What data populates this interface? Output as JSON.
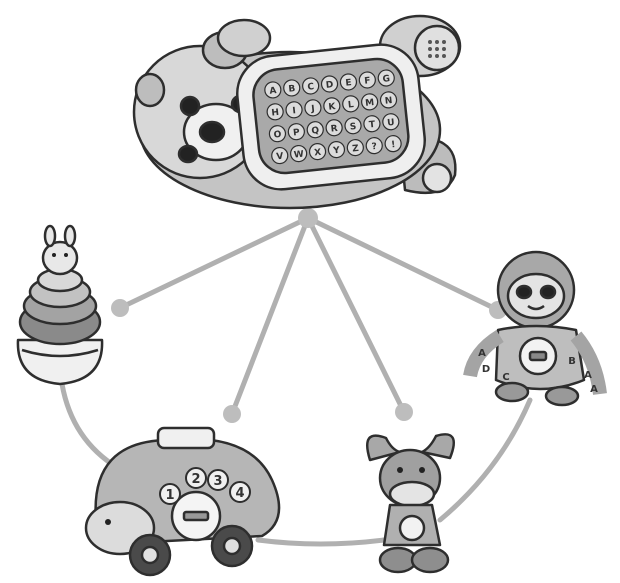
{
  "tablet_keys": [
    "A",
    "B",
    "C",
    "D",
    "E",
    "F",
    "G",
    "H",
    "I",
    "J",
    "K",
    "L",
    "M",
    "N",
    "O",
    "P",
    "Q",
    "R",
    "S",
    "T",
    "U",
    "V",
    "W",
    "X",
    "Y",
    "Z",
    "?",
    "!"
  ],
  "hedgehog_numbers": [
    "1",
    "2",
    "3",
    "4"
  ],
  "sloth_letters": [
    "A",
    "D",
    "C",
    "B",
    "A",
    "A"
  ],
  "colors": {
    "line": "#b0b0b0",
    "node": "#bdbdbd",
    "toy_light": "#e3e3e3",
    "toy_mid": "#bcbcbc",
    "toy_dark": "#8a8a8a",
    "outline": "#2e2e2e"
  },
  "icons": [
    "otter-tablet-toy",
    "stacking-rings-toy",
    "hedgehog-car-toy",
    "moose-toy",
    "sloth-toy",
    "connector-node"
  ]
}
